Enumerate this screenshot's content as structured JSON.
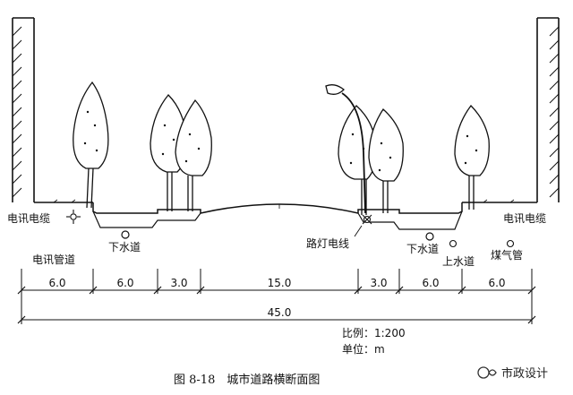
{
  "labels": {
    "telecom_cable_left": "电讯电缆",
    "telecom_cable_right": "电讯电缆",
    "telecom_duct": "电讯管道",
    "sewer_left": "下水道",
    "sewer_right": "下水道",
    "streetlight_cable": "路灯电线",
    "water_supply": "上水道",
    "gas_pipe": "煤气管"
  },
  "dimensions": {
    "segments": [
      "6.0",
      "6.0",
      "3.0",
      "15.0",
      "3.0",
      "6.0",
      "6.0"
    ],
    "total": "45.0"
  },
  "scale": {
    "ratio_label": "比例：1:200",
    "unit_label": "单位：m"
  },
  "caption": "图 8-18　城市道路横断面图",
  "watermark": {
    "icon": "wechat-channel-icon",
    "text": "市政设计"
  }
}
